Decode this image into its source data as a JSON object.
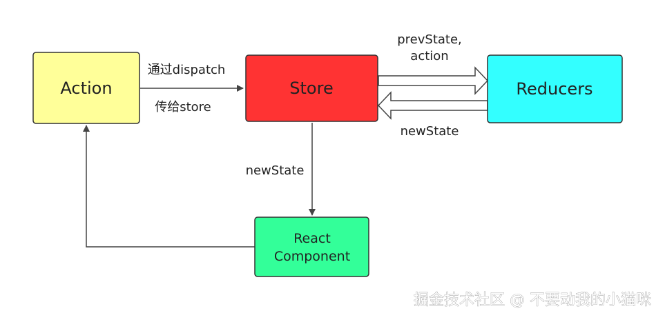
{
  "nodes": {
    "action": {
      "label": "Action",
      "color": "#FFFF99"
    },
    "store": {
      "label": "Store",
      "color": "#FF3333"
    },
    "reducers": {
      "label": "Reducers",
      "color": "#33FFFF"
    },
    "react_component": {
      "line1": "React",
      "line2": "Component",
      "color": "#33FF99"
    }
  },
  "edges": {
    "action_to_store": {
      "label_top": "通过dispatch",
      "label_bottom": "传给store"
    },
    "store_to_reducers": {
      "label_line1": "prevState,",
      "label_line2": "action"
    },
    "reducers_to_store": {
      "label": "newState"
    },
    "store_to_component": {
      "label": "newState"
    }
  },
  "watermark": "掘金技术社区 @ 不要动我的小猫咪",
  "colors": {
    "stroke": "#333333",
    "line": "#444444"
  }
}
